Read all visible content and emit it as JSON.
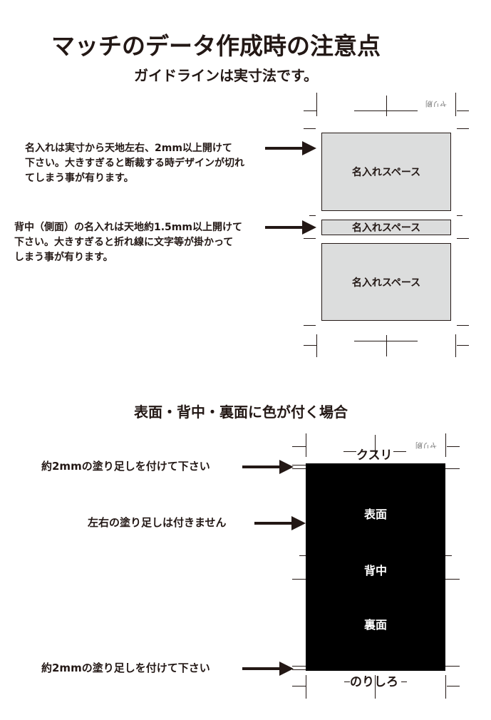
{
  "title": "マッチのデータ作成時の注意点",
  "subtitle": "ガイドラインは実寸法です。",
  "section1": {
    "note1": [
      "名入れは実寸から天地左右、2mm以上開けて",
      "下さい。大きすぎると断裁する時デザインが切れ",
      "てしまう事が有ります。"
    ],
    "note2": [
      "背中（側面）の名入れは天地約1.5mm以上開けて",
      "下さい。大きすぎると折れ線に文字等が掛かって",
      "しまう事が有ります。"
    ],
    "box_label": "名入れスペース",
    "corner_label": "ヤリ刷"
  },
  "section2": {
    "heading": "表面・背中・裏面に色が付く場合",
    "top_note": "約2mmの塗り足しを付けて下さい",
    "side_note": "左右の塗り足しは付きません",
    "bottom_note": "約2mmの塗り足しを付けて下さい",
    "top_label": "クスリ",
    "bottom_label": "のりしろ",
    "front": "表面",
    "spine": "背中",
    "back": "裏面",
    "corner_label": "ヤリ刷",
    "fill_color": "#000000"
  }
}
